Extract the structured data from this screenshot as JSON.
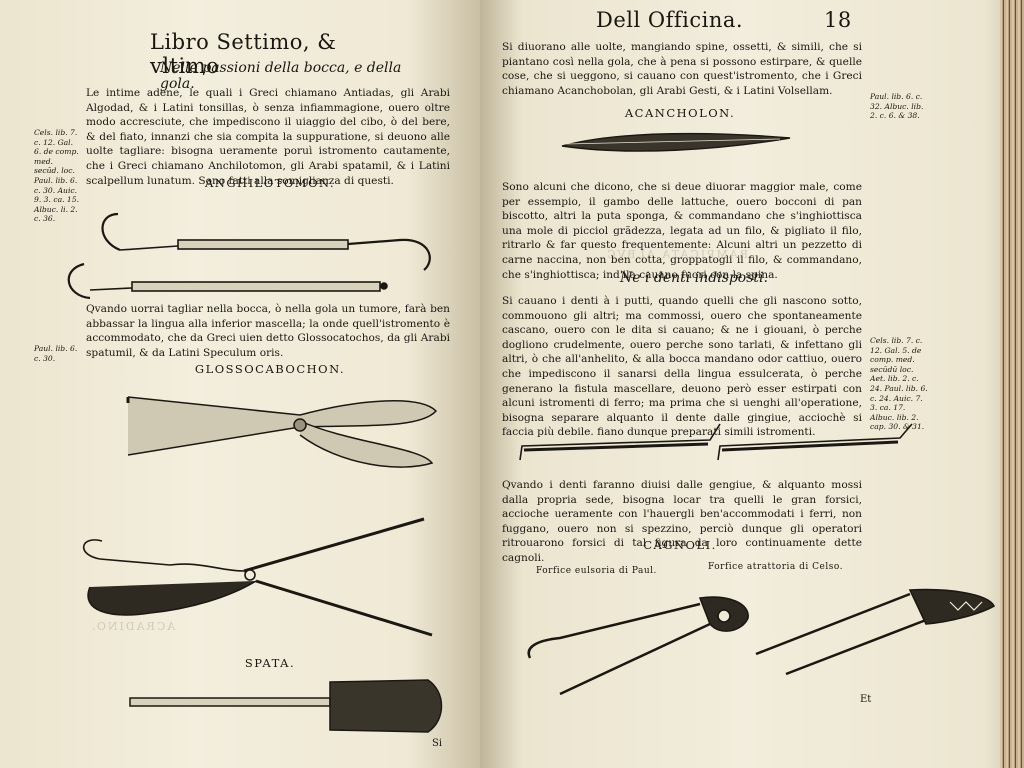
{
  "left_page": {
    "header": "Libro Settimo, & vltimo",
    "subtitle": "Nelle passioni della bocca, e della gola.",
    "p1": "Le intime adene, le quali i Greci chiamano Antiadas, gli Arabi Algodad, & i Latini tonsillas, ò senza infiammagione, ouero oltre modo accresciute, che impediscono il uiaggio del cibo, ò del bere, & del fiato, innanzi che sia compita la suppuratione, si deuono alle uolte tagliare: bisogna ueramente poruì istromento cautamente, che i Greci chiamano Anchilotomon, gli Arabi spatamil, & i Latini scalpellum lunatum. Sono fatti alla somiglianza di questi.",
    "margin_note_1": "Cels. lib. 7. c. 12. Gal. 6. de comp. med. secūd. loc. Paul. lib. 6. c. 30. Auic. 9. 3. ca. 15. Albuc. li. 2. c. 36.",
    "title_1": "ANGHILOTOMON.",
    "p2": "Qvando uorrai tagliar nella bocca, ò nella gola un tumore, farà ben abbassar la lingua alla inferior mascella; la onde quell'istromento è accommodato, che da Greci uien detto Glossocatochos, da gli Arabi spatumil, & da Latini Speculum oris.",
    "margin_note_2": "Paul. lib. 6. c. 30.",
    "title_2": "GLOSSOCABOCHON.",
    "title_3": "SPATA.",
    "catchword": "Si"
  },
  "right_page": {
    "header": "Dell Officina.",
    "page_number": "18",
    "p1": "Si diuorano alle uolte, mangiando spine, ossetti, & simili, che si piantano così nella gola, che à pena si possono estirpare, & quelle cose, che si ueggono, si cauano con quest'istromento, che i Greci chiamano Acanchobolan, gli Arabi Gesti, & i Latini Volsellam.",
    "margin_note_1": "Paul. lib. 6. c. 32. Albuc. lib. 2. c. 6. & 38.",
    "title_1": "ACANCHOLON.",
    "p2": "Sono alcuni che dicono, che si deue diuorar maggior male, come per essempio, il gambo delle lattuche, ouero bocconi di pan biscotto, altri la puta sponga, & commandano che s'inghiottisca una mole di picciol grãdezza, legata ad un filo, & pigliato il filo, ritrarlo & far questo frequentemente: Alcuni altri un pezzetto di carne naccina, non ben cotta, groppatogli il filo, & commandano, che s'inghiottisca; ind'ila cauano fuori con la spina.",
    "subtitle": "Ne i denti indisposti.",
    "p3": "Si cauano i denti à i putti, quando quelli che gli nascono sotto, commouono gli altri; ma commossi, ouero che spontaneamente cascano, ouero con le dita si cauano; & ne i giouani, ò perche dogliono crudelmente, ouero perche sono tarlati, & infettano gli altri, ò che all'anhelito, & alla bocca mandano odor cattiuo, ouero che impediscono il sanarsi della lingua essulcerata, ò perche generano la fistula mascellare, deuono però esser estirpati con alcuni istromenti di ferro; ma prima che si uenghi all'operatione, bisogna separare alquanto il dente dalle gingiue, acciochè si faccia più debile. fiano dunque preparati simili istromenti.",
    "margin_note_2": "Cels. lib. 7. c. 12. Gal. 5. de comp. med. secūdū loc. Aet. lib. 2. c. 24. Paul. lib. 6. c. 24. Auic. 7. 3. ca. 17. Albuc. lib. 2. cap. 30. & 31.",
    "p4": "Qvando i denti faranno diuisi dalle gengiue, & alquanto mossi dalla propria sede, bisogna locar tra quelli le gran forsici, accioche ueramente con l'hauergli ben'accommodati i ferri, non fuggano, ouero non si spezzino, perciò dunque gli operatori ritrouarono forsici di tal figura da loro continuamente dette cagnoli.",
    "title_2": "CAGNOLI.",
    "caption_left": "Forfice eulsoria di Paul.",
    "caption_right": "Forfice atrattoria di Celso.",
    "catchword": "Et"
  }
}
